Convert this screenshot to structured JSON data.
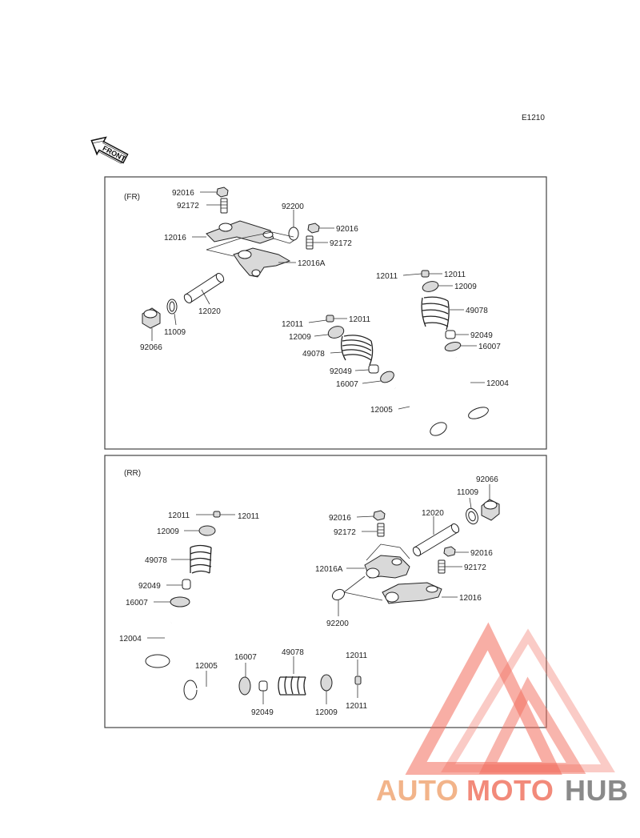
{
  "diagram_code": "E1210",
  "front_label": "FRONT",
  "sections": {
    "fr": {
      "tag": "(FR)"
    },
    "rr": {
      "tag": "(RR)"
    }
  },
  "labels": {
    "fr_92016_a": "92016",
    "fr_92172_a": "92172",
    "fr_92200": "92200",
    "fr_92016_b": "92016",
    "fr_92172_b": "92172",
    "fr_12016": "12016",
    "fr_12016A": "12016A",
    "fr_12020": "12020",
    "fr_11009": "11009",
    "fr_92066": "92066",
    "fr_12011_l1": "12011",
    "fr_12011_l2": "12011",
    "fr_12009_l": "12009",
    "fr_49078_l": "49078",
    "fr_92049_l": "92049",
    "fr_16007_l": "16007",
    "fr_12005": "12005",
    "fr_12011_r1": "12011",
    "fr_12011_r2": "12011",
    "fr_12009_r": "12009",
    "fr_49078_r": "49078",
    "fr_92049_r": "92049",
    "fr_16007_r": "16007",
    "fr_12004": "12004",
    "rr_12011_a1": "12011",
    "rr_12011_a2": "12011",
    "rr_12009_a": "12009",
    "rr_49078_a": "49078",
    "rr_92049_a": "92049",
    "rr_16007_a": "16007",
    "rr_12004": "12004",
    "rr_12005": "12005",
    "rr_16007_b": "16007",
    "rr_92049_b": "92049",
    "rr_49078_b": "49078",
    "rr_12009_b": "12009",
    "rr_12011_b1": "12011",
    "rr_12011_b2": "12011",
    "rr_11009": "11009",
    "rr_92066": "92066",
    "rr_92016_a": "92016",
    "rr_12020": "12020",
    "rr_92172_a": "92172",
    "rr_92016_b": "92016",
    "rr_12016A": "12016A",
    "rr_92172_b": "92172",
    "rr_12016": "12016",
    "rr_92200": "92200"
  },
  "watermark": {
    "part1": "AUTO",
    "part2": "MOTO",
    "part3": "HUB",
    "color_auto": "#f2b48a",
    "color_moto": "#f28a7a",
    "color_hub": "#8a8a8a",
    "triangle_color": "#f26b5b"
  }
}
